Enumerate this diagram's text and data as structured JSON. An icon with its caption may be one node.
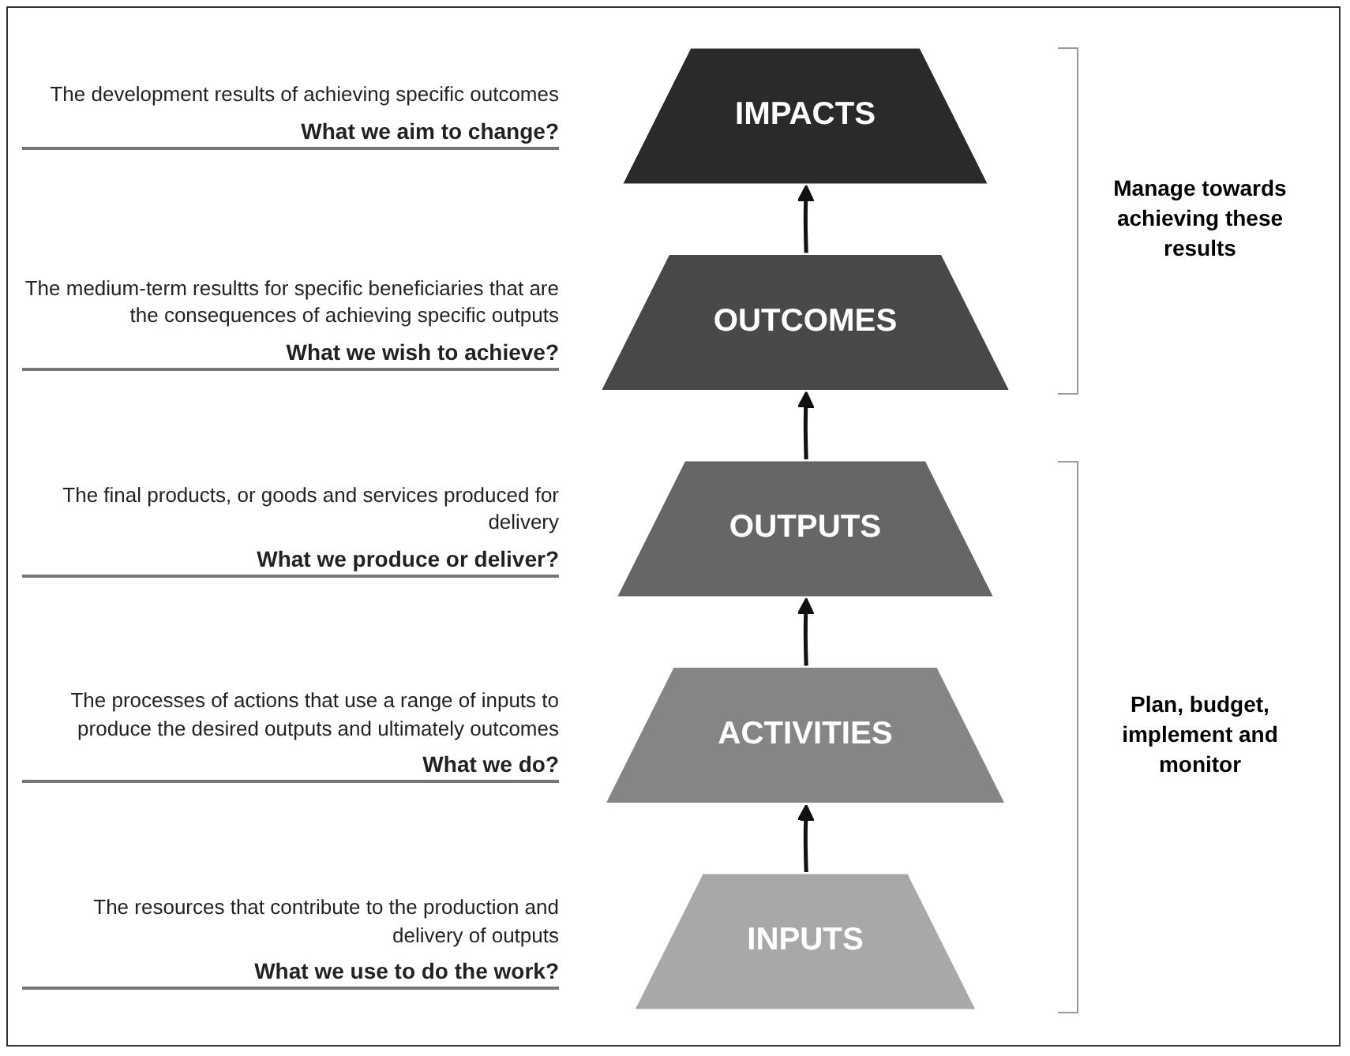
{
  "diagram": {
    "nodes": [
      {
        "text": [
          "IMPACTS"
        ],
        "beside": [
          "The development results of achieving specific outcomes",
          "What we aim to change?"
        ]
      },
      {
        "text": [
          "OUTCOMES"
        ],
        "beside": [
          "The medium-term resultts for specific beneficiaries that are the consequences of achieving specific outputs",
          "What we wish to achieve?"
        ]
      },
      {
        "text": [
          "OUTPUTS"
        ],
        "beside": [
          "The final products, or goods and services produced for delivery",
          "What we produce or deliver?"
        ]
      },
      {
        "text": [
          "ACTIVITIES"
        ],
        "beside": [
          "The processes of actions that use a range of inputs to produce the desired outputs and ultimately outcomes",
          "What we do?"
        ]
      },
      {
        "text": [
          "INPUTS"
        ],
        "beside": [
          "The resources that contribute to the production and delivery of outputs",
          "What we use to do the work?"
        ]
      }
    ],
    "edges": [
      {
        "from": 4,
        "to": 3,
        "arrow": "to"
      },
      {
        "from": 3,
        "to": 2,
        "arrow": "to"
      },
      {
        "from": 2,
        "to": 1,
        "arrow": "to"
      },
      {
        "from": 1,
        "to": 0,
        "arrow": "to"
      }
    ],
    "labels": [
      "Manage towards achieving these results",
      "Plan, budget, implement and monitor"
    ]
  }
}
